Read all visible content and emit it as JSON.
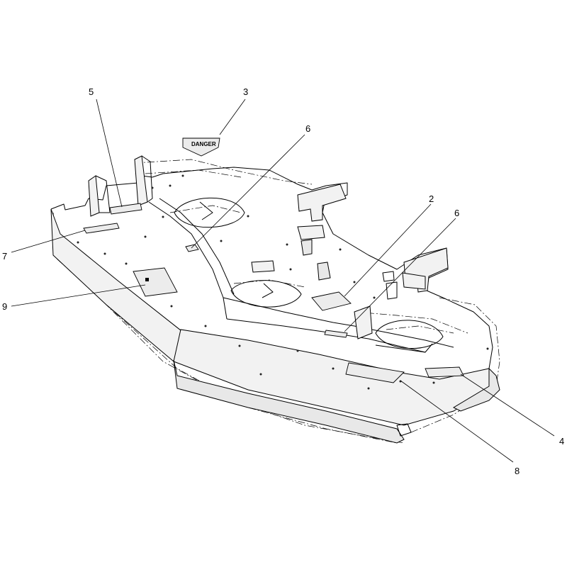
{
  "callouts": [
    {
      "id": "1",
      "label": "5"
    },
    {
      "id": "2",
      "label": "3"
    },
    {
      "id": "3",
      "label": "6"
    },
    {
      "id": "4",
      "label": "2"
    },
    {
      "id": "5",
      "label": "6"
    },
    {
      "id": "6",
      "label": "7"
    },
    {
      "id": "7",
      "label": "9"
    },
    {
      "id": "8",
      "label": "4"
    },
    {
      "id": "9",
      "label": "8"
    }
  ],
  "decals": {
    "danger_text": "DANGER"
  }
}
